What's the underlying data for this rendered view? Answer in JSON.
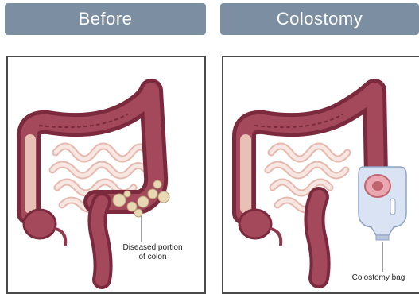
{
  "panels": {
    "before": {
      "title": "Before",
      "callout_line1": "Diseased portion",
      "callout_line2": "of colon"
    },
    "after": {
      "title": "Colostomy",
      "callout": "Colostomy bag"
    }
  },
  "colors": {
    "header_bg": "#7c8fa2",
    "colon_dark": "#7a2a3c",
    "colon_mid": "#a4485c",
    "colon_light": "#e9c0b6",
    "small_intestine": "#f2d9d2",
    "diseased": "#e8d8b4",
    "bag": "#d9e3f3"
  }
}
